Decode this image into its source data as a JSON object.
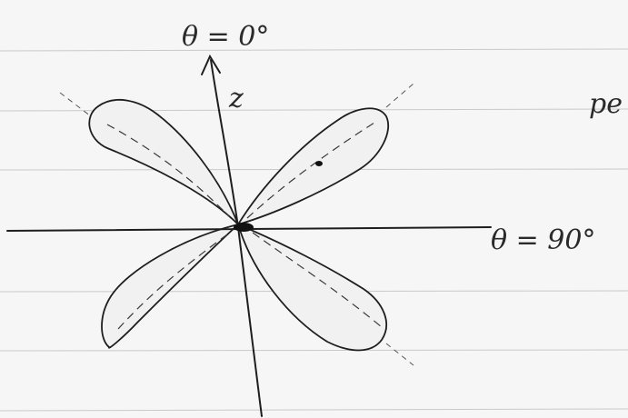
{
  "labels": {
    "theta_zero": "θ = 0°",
    "theta_ninety": "θ = 90°",
    "z_axis": "z",
    "margin_fragment": "pe"
  },
  "colors": {
    "paper": "#f6f6f6",
    "rule_line": "#c9c9c9",
    "ink": "#1e1e1e",
    "lobe_fill": "#f1f1f1"
  }
}
